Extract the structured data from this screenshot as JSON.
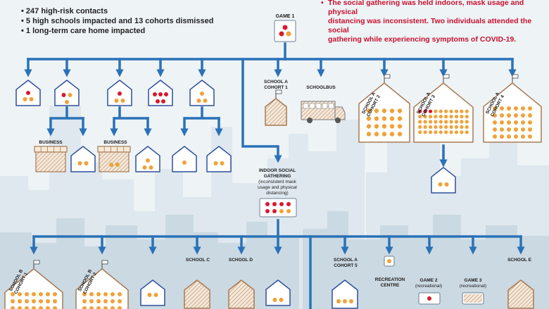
{
  "stats": [
    "247 high-risk contacts",
    "5 high schools impacted and 13 cohorts dismissed",
    "1 long-term care home impacted"
  ],
  "note": [
    "The social gathering was held indoors, mask usage and physical",
    "distancing was inconsistent. Two individuals attended the social",
    "gathering while experiencing symptoms of COVID-19."
  ],
  "labels": {
    "game1": "GAME 1",
    "school_a_c1_l1": "SCHOOL A",
    "school_a_c1_l2": "COHORT 1",
    "schoolbus": "SCHOOLBUS",
    "school_a_c2_l1": "SCHOOL A",
    "school_a_c2_l2": "COHORT 2",
    "school_a_c3_l1": "SCHOOL A",
    "school_a_c3_l2": "COHORT 3",
    "school_a_c4_l1": "SCHOOL A",
    "school_a_c4_l2": "COHORT 4",
    "business1": "BUSINESS",
    "business2": "BUSINESS",
    "indoor_l1": "INDOOR SOCIAL",
    "indoor_l2": "GATHERING",
    "indoor_l3": "(inconsistent mask",
    "indoor_l4": "usage and physical",
    "indoor_l5": "distancing)",
    "school_b_c1_l1": "SCHOOL B",
    "school_b_c1_l2": "COHORT 1",
    "school_b_c2_l1": "SCHOOL B",
    "school_b_c2_l2": "COHORT 2",
    "school_c": "SCHOOL C",
    "school_d": "SCHOOL D",
    "school_a_c5_l1": "SCHOOL A",
    "school_a_c5_l2": "COHORT 5",
    "recreation_l1": "RECREATION",
    "recreation_l2": "CENTRE",
    "game2_l1": "GAME 2",
    "game2_l2": "(recreational)",
    "game3_l1": "GAME 3",
    "game3_l2": "(recreational)",
    "school_e": "SCHOOL E"
  },
  "colors": {
    "arrow": "#2a72b8",
    "case": "#d7192f",
    "contact": "#efa23a",
    "outline": "#a87a52"
  }
}
